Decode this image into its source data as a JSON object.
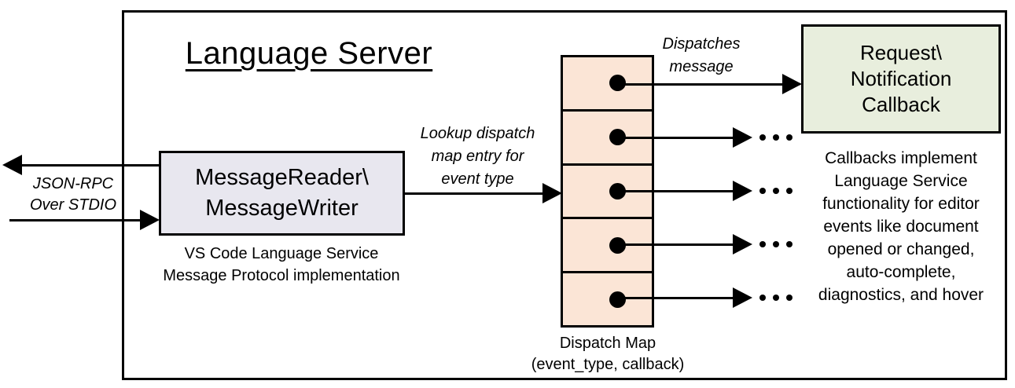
{
  "title": "Language Server",
  "reader_box": {
    "label": "MessageReader\\\nMessageWriter"
  },
  "reader_caption": "VS Code Language Service\nMessage Protocol implementation",
  "io_label": "JSON-RPC\nOver STDIO",
  "lookup_label": "Lookup dispatch\nmap entry for\nevent type",
  "dispatches_label": "Dispatches\nmessage",
  "callback_box": {
    "label": "Request\\\nNotification\nCallback"
  },
  "callbacks_caption": "Callbacks implement\nLanguage Service\nfunctionality for editor\nevents like document\nopened or changed,\nauto-complete,\ndiagnostics, and hover",
  "dispatch_map": {
    "label": "Dispatch Map\n(event_type, callback)",
    "rows": 5
  },
  "colors": {
    "reader_fill": "#e8e7ef",
    "map_fill": "#fbe5d6",
    "callback_fill": "#e8eedd",
    "stroke": "#000000",
    "background": "#ffffff"
  }
}
